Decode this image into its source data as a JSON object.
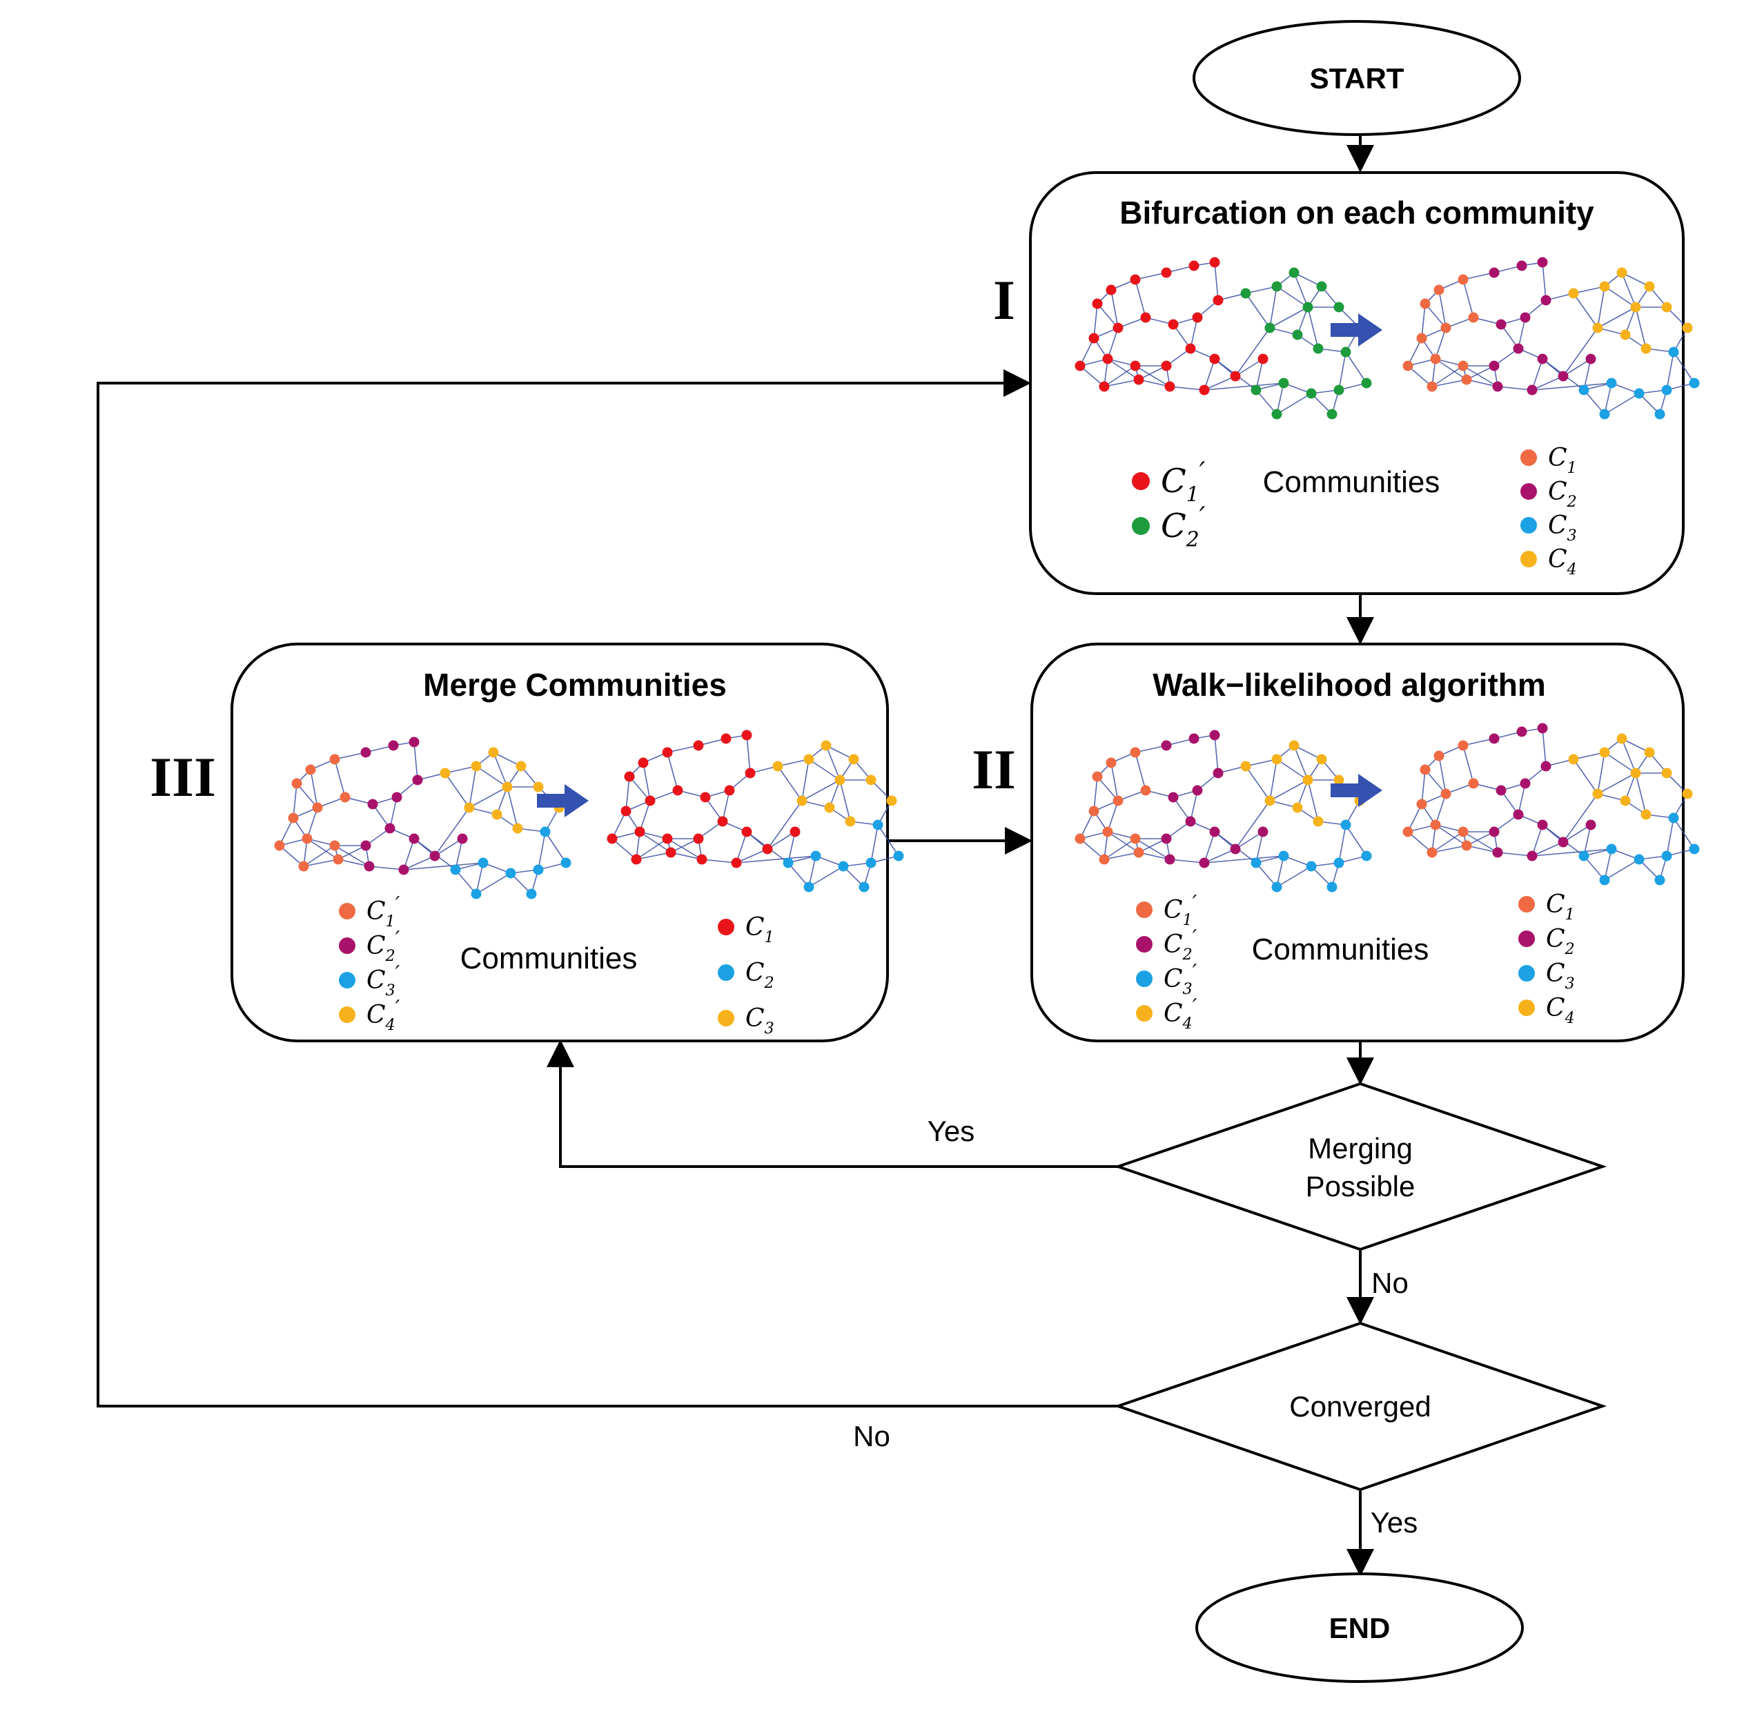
{
  "start": "START",
  "end": "END",
  "stage_numbers": {
    "one": "I",
    "two": "II",
    "three": "III"
  },
  "boxes": {
    "bifurcation": {
      "title": "Bifurcation on each community",
      "legend_center": "Communities",
      "legend_left": [
        {
          "base": "C",
          "sub": "1",
          "prime": "′",
          "color": "#e8141a"
        },
        {
          "base": "C",
          "sub": "2",
          "prime": "′",
          "color": "#1e9b3c"
        }
      ],
      "legend_right": [
        {
          "base": "C",
          "sub": "1",
          "prime": "",
          "color": "#ef6a43"
        },
        {
          "base": "C",
          "sub": "2",
          "prime": "",
          "color": "#a9126a"
        },
        {
          "base": "C",
          "sub": "3",
          "prime": "",
          "color": "#1ba1e4"
        },
        {
          "base": "C",
          "sub": "4",
          "prime": "",
          "color": "#f7b21b"
        }
      ]
    },
    "walk": {
      "title": "Walk−likelihood algorithm",
      "legend_center": "Communities",
      "legend_left": [
        {
          "base": "C",
          "sub": "1",
          "prime": "′",
          "color": "#ef6a43"
        },
        {
          "base": "C",
          "sub": "2",
          "prime": "′",
          "color": "#a9126a"
        },
        {
          "base": "C",
          "sub": "3",
          "prime": "′",
          "color": "#1ba1e4"
        },
        {
          "base": "C",
          "sub": "4",
          "prime": "′",
          "color": "#f7b21b"
        }
      ],
      "legend_right": [
        {
          "base": "C",
          "sub": "1",
          "prime": "",
          "color": "#ef6a43"
        },
        {
          "base": "C",
          "sub": "2",
          "prime": "",
          "color": "#a9126a"
        },
        {
          "base": "C",
          "sub": "3",
          "prime": "",
          "color": "#1ba1e4"
        },
        {
          "base": "C",
          "sub": "4",
          "prime": "",
          "color": "#f7b21b"
        }
      ]
    },
    "merge": {
      "title": "Merge Communities",
      "legend_center": "Communities",
      "legend_left": [
        {
          "base": "C",
          "sub": "1",
          "prime": "′",
          "color": "#ef6a43"
        },
        {
          "base": "C",
          "sub": "2",
          "prime": "′",
          "color": "#a9126a"
        },
        {
          "base": "C",
          "sub": "3",
          "prime": "′",
          "color": "#1ba1e4"
        },
        {
          "base": "C",
          "sub": "4",
          "prime": "′",
          "color": "#f7b21b"
        }
      ],
      "legend_right": [
        {
          "base": "C",
          "sub": "1",
          "prime": "",
          "color": "#e8141a"
        },
        {
          "base": "C",
          "sub": "2",
          "prime": "",
          "color": "#1ba1e4"
        },
        {
          "base": "C",
          "sub": "3",
          "prime": "",
          "color": "#f7b21b"
        }
      ]
    }
  },
  "decisions": {
    "merging": {
      "line1": "Merging",
      "line2": "Possible"
    },
    "converged": {
      "label": "Converged"
    }
  },
  "edge_labels": {
    "merging_yes": "Yes",
    "merging_no": "No",
    "converged_no": "No",
    "converged_yes": "Yes"
  },
  "colors": {
    "title_bifurcation": "#d9434b",
    "title_walk": "#9b66be",
    "title_merge": "#6f94cc",
    "edge": "#3b4ea3",
    "arrow_fill": "#3552b0"
  }
}
